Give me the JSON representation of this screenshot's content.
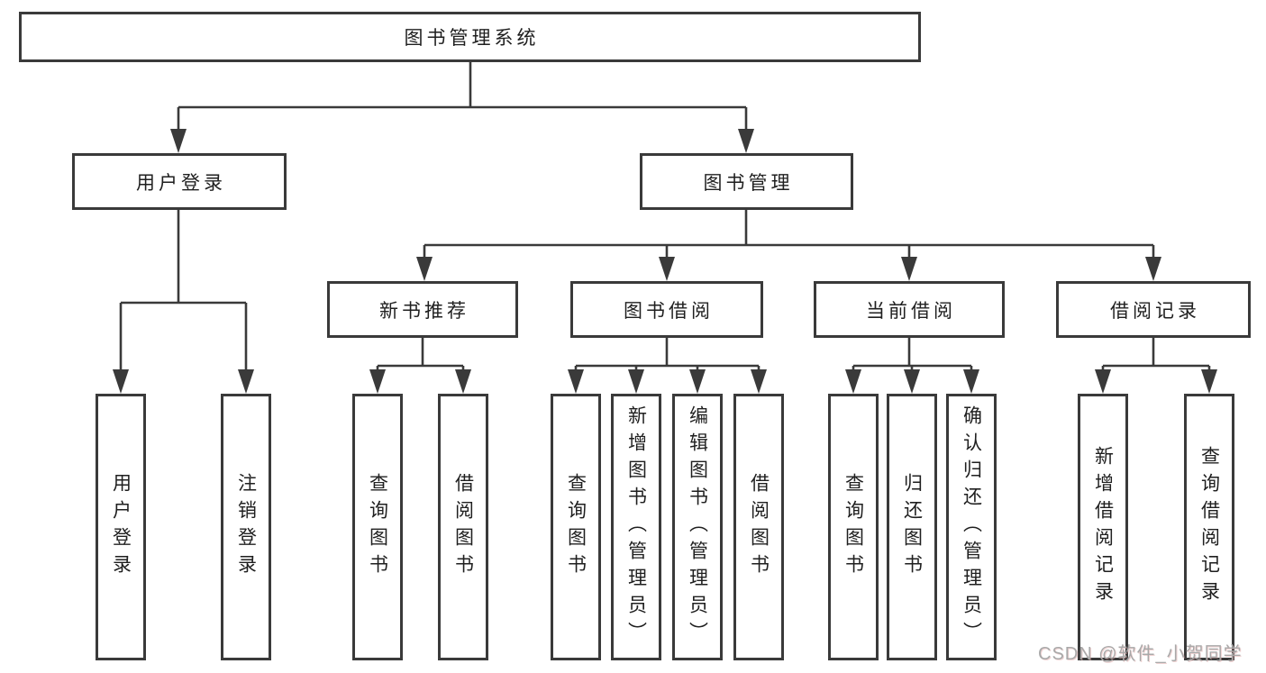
{
  "diagram": {
    "root": {
      "label": "图书管理系统"
    },
    "level2": [
      {
        "label": "用户登录"
      },
      {
        "label": "图书管理"
      }
    ],
    "level3": [
      {
        "label": "新书推荐"
      },
      {
        "label": "图书借阅"
      },
      {
        "label": "当前借阅"
      },
      {
        "label": "借阅记录"
      }
    ],
    "leaves": [
      {
        "label": "用户登录"
      },
      {
        "label": "注销登录"
      },
      {
        "label": "查询图书"
      },
      {
        "label": "借阅图书"
      },
      {
        "label": "查询图书"
      },
      {
        "label": "新增图书（管理员）"
      },
      {
        "label": "编辑图书（管理员）"
      },
      {
        "label": "借阅图书"
      },
      {
        "label": "查询图书"
      },
      {
        "label": "归还图书"
      },
      {
        "label": "确认归还（管理员）"
      },
      {
        "label": "新增借阅记录"
      },
      {
        "label": "查询借阅记录"
      }
    ]
  },
  "colors": {
    "line": "#3a3a3a",
    "text": "#1f1f1f",
    "background": "#ffffff",
    "watermark_text": "#a9a9a9"
  },
  "watermark": {
    "text": "CSDN @软件_小贺同学"
  }
}
